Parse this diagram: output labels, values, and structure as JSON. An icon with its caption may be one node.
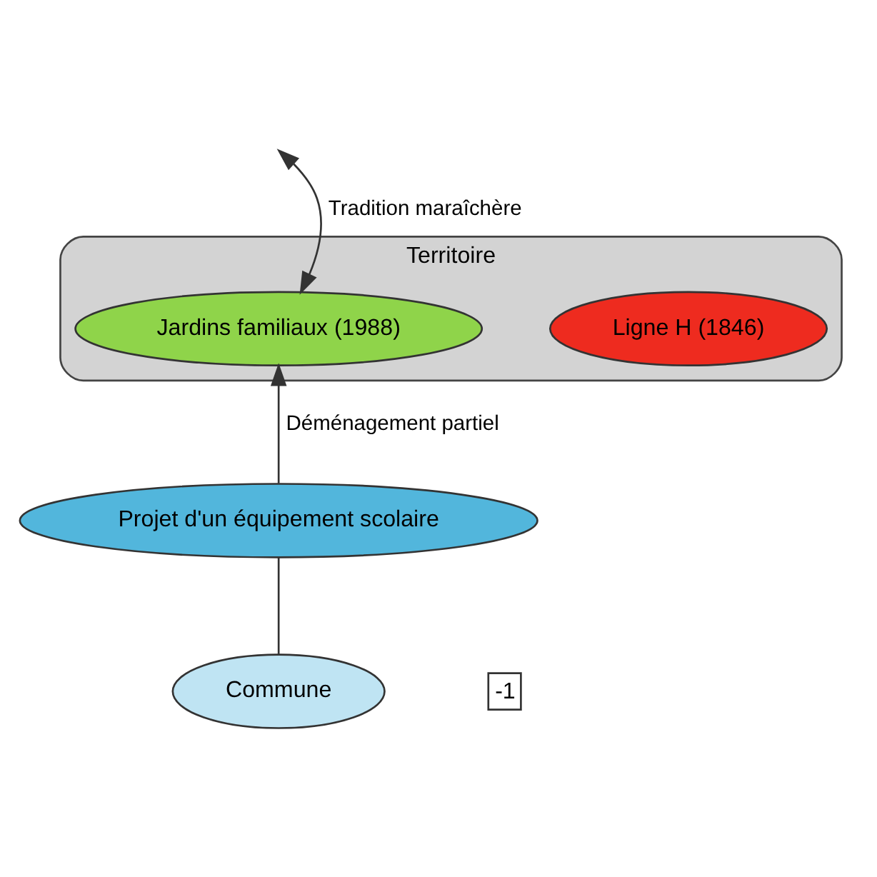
{
  "diagram": {
    "nodes": [
      {
        "text": [
          "Territoire"
        ]
      },
      {
        "text": [
          "Ligne H (1846)"
        ],
        "in": 0
      },
      {
        "text": [
          "Jardins familiaux (1988)"
        ],
        "in": 0
      },
      {
        "text": [
          "Commune"
        ]
      },
      {
        "text": [
          "Projet d'un équipement scolaire"
        ]
      }
    ],
    "edges": [
      {
        "from": 0,
        "to": 2,
        "arrow": "both",
        "label": "Tradition maraîchère"
      },
      {
        "from": 4,
        "to": 2,
        "arrow": "to",
        "label": "Déménagement partiel"
      },
      {
        "from": 3,
        "to": 4,
        "arrow": "none"
      }
    ],
    "labels": [
      "-1"
    ]
  }
}
